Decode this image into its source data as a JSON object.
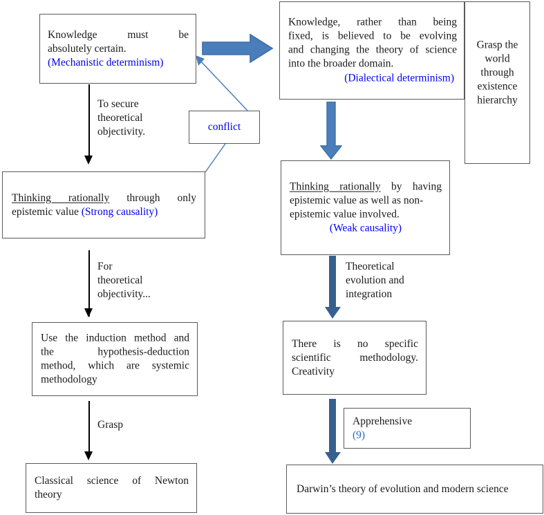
{
  "diagram": {
    "title": "Mechanistic vs dialectical determinism flowchart",
    "colors": {
      "blue_text": "#0000ee",
      "light_blue_text": "#1f6bbf",
      "block_arrow_fill": "#4a7ebb",
      "block_arrow_stroke": "#3c6ea5",
      "dark_block_arrow": "#36618e",
      "thin_connector": "#4a7ebb",
      "box_border": "#595959",
      "text": "#1a1a1a"
    }
  },
  "boxes": {
    "mechanistic": {
      "line1": "Knowledge must be",
      "line2": "absolutely certain.",
      "tag": "(Mechanistic determinism)"
    },
    "dialectical": {
      "line1": "Knowledge, rather than being",
      "line2": "fixed, is believed to be evolving",
      "line3": "and changing the theory of science",
      "line4": "into the broader domain.",
      "tag": "(Dialectical determinism)"
    },
    "grasp_world": {
      "line1": "Grasp the",
      "line2": "world",
      "line3": "through",
      "line4": "existence",
      "line5": "hierarchy"
    },
    "conflict": {
      "label": "conflict"
    },
    "strong_causality": {
      "underlined": "Thinking rationally",
      "rest1": " through only",
      "line2_plain": "epistemic value ",
      "tag": "(Strong causality)"
    },
    "weak_causality": {
      "underlined": "Thinking rationally",
      "rest1": " by having",
      "line2": "epistemic value as well as non-",
      "line3": "epistemic value involved.",
      "tag": "(Weak causality)"
    },
    "induction_method": {
      "line1": "Use the induction method and",
      "line2": "the hypothesis-deduction",
      "line3": "method, which are systemic",
      "line4": "methodology"
    },
    "no_methodology": {
      "line1": "There is no specific",
      "line2": "scientific methodology.",
      "line3": "Creativity"
    },
    "apprehensive": {
      "label": "Apprehensive",
      "number": "(9)"
    },
    "classical_science": {
      "line1": "Classical science of Newton",
      "line2": "theory"
    },
    "darwin": {
      "text": "Darwin’s theory of evolution and modern science"
    }
  },
  "edge_labels": {
    "to_secure": {
      "line1": "To secure",
      "line2": "theoretical",
      "line3": "objectivity."
    },
    "for_theoretical": {
      "line1": "For",
      "line2": "theoretical",
      "line3": "objectivity..."
    },
    "grasp": {
      "line1": "Grasp"
    },
    "theoretical_evolution": {
      "line1": "Theoretical",
      "line2": "evolution and",
      "line3": "integration"
    }
  }
}
